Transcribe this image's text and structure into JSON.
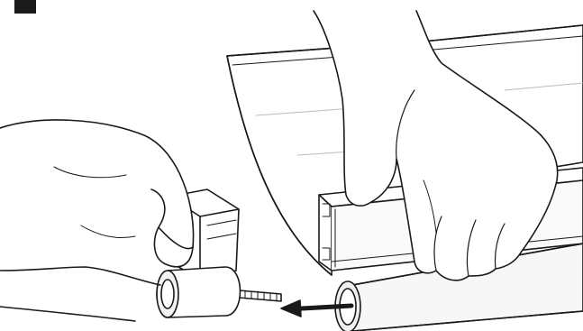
{
  "figure": {
    "kind": "assembly-instruction-line-drawing",
    "step_badge_color": "#1a1a1a",
    "line_color": "#1a1a1a",
    "fabric_tint": "#ededed",
    "tube_tint": "#f7f7f7",
    "action_arrow": "arrow-left-icon",
    "parts": [
      "roller-blind-fabric",
      "bottom-rail",
      "roller-tube",
      "end-cap-bracket",
      "spring-pin"
    ]
  }
}
